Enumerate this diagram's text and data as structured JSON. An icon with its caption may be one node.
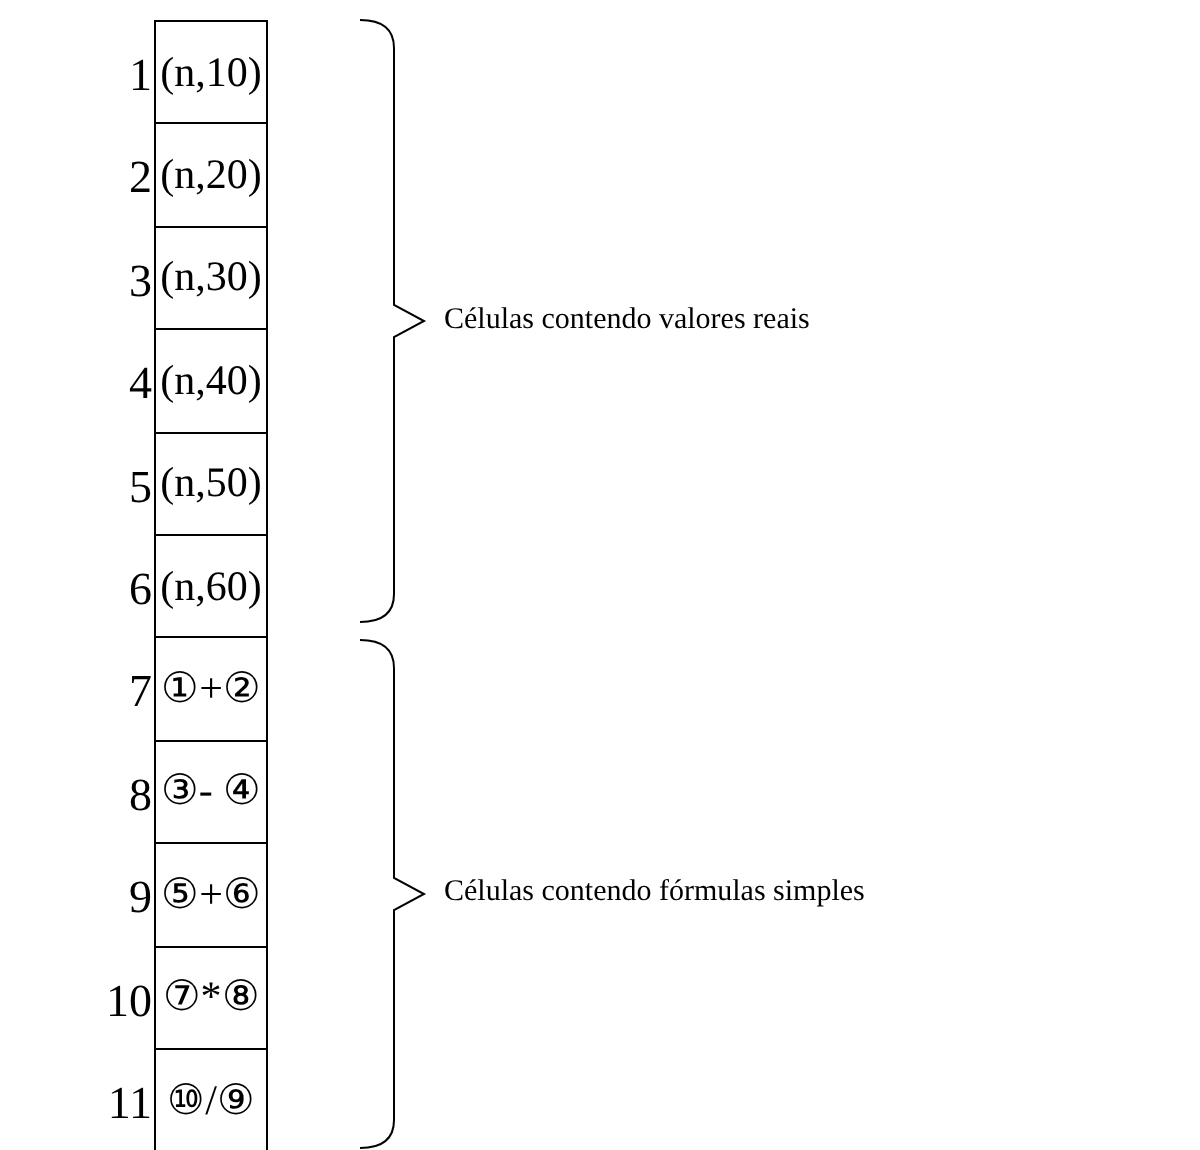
{
  "diagram": {
    "nodes": [
      {
        "text": [
          "(n,10)"
        ],
        "beside": [
          "1"
        ]
      },
      {
        "text": [
          "(n,20)"
        ],
        "beside": [
          "2"
        ]
      },
      {
        "text": [
          "(n,30)"
        ],
        "beside": [
          "3"
        ]
      },
      {
        "text": [
          "(n,40)"
        ],
        "beside": [
          "4"
        ]
      },
      {
        "text": [
          "(n,50)"
        ],
        "beside": [
          "5"
        ]
      },
      {
        "text": [
          "(n,60)"
        ],
        "beside": [
          "6"
        ]
      },
      {
        "text": [
          "①+②"
        ],
        "beside": [
          "7"
        ]
      },
      {
        "text": [
          "③- ④"
        ],
        "beside": [
          "8"
        ]
      },
      {
        "text": [
          "⑤+⑥"
        ],
        "beside": [
          "9"
        ]
      },
      {
        "text": [
          "⑦*⑧"
        ],
        "beside": [
          "10"
        ]
      },
      {
        "text": [
          "⑩/⑨"
        ],
        "beside": [
          "11"
        ]
      }
    ],
    "edges": [],
    "labels": [
      "Células contendo valores reais",
      "Células contendo fórmulas simples"
    ]
  }
}
